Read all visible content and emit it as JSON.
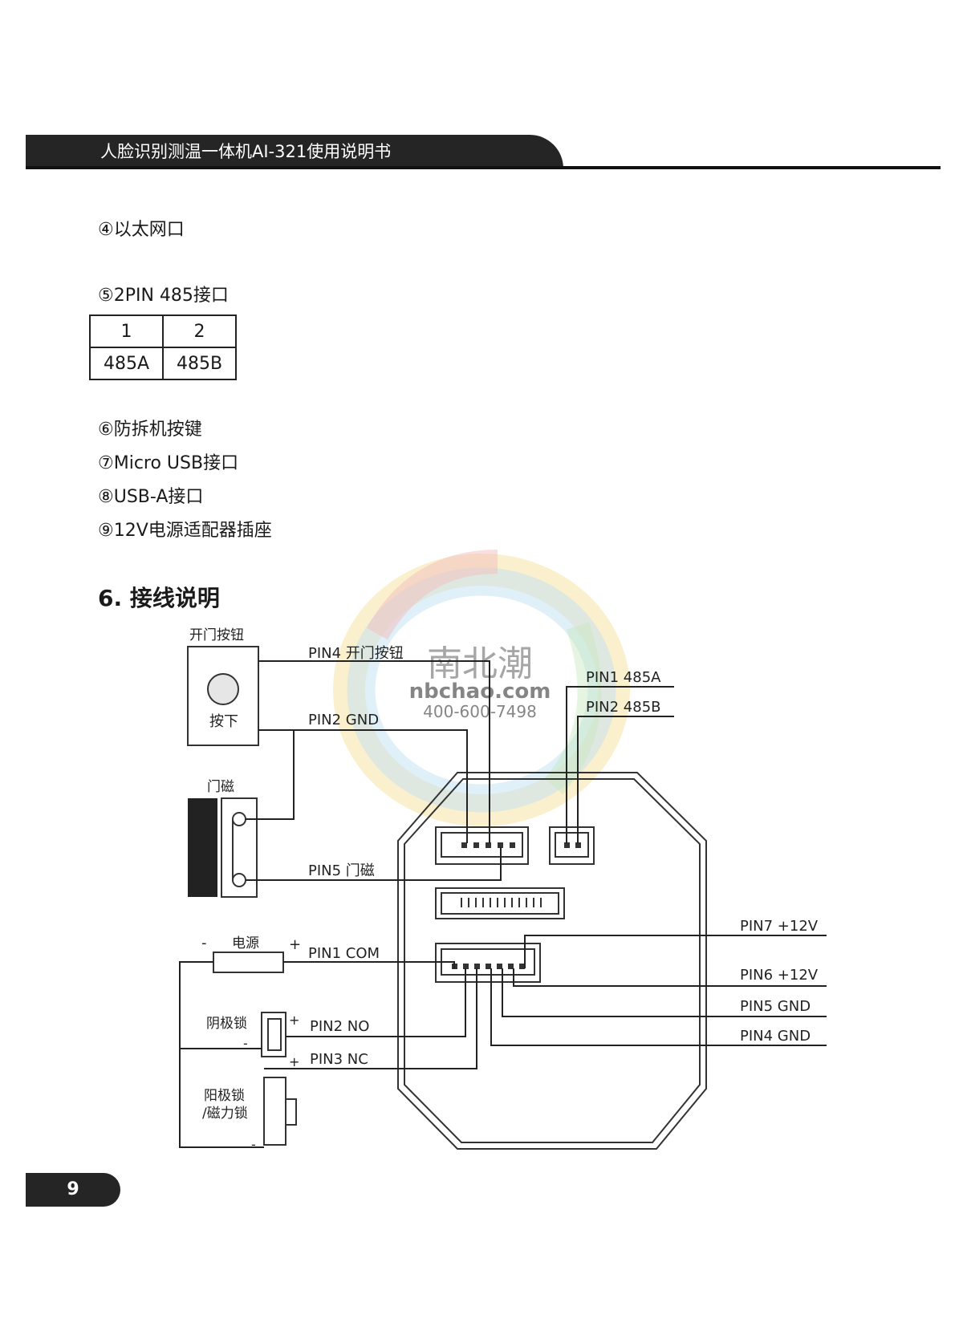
{
  "header": {
    "title": "人脸识别测温一体机AI-321使用说明书"
  },
  "list_items": {
    "item4": "④以太网口",
    "item5": "⑤2PIN 485接口",
    "item6": "⑥防拆机按键",
    "item7": "⑦Micro USB接口",
    "item8": "⑧USB-A接口",
    "item9": "⑨12V电源适配器插座"
  },
  "pin_table": {
    "headers": [
      "1",
      "2"
    ],
    "values": [
      "485A",
      "485B"
    ]
  },
  "section": {
    "title": "6. 接线说明"
  },
  "diagram": {
    "door_button": {
      "title": "开门按钮",
      "press_label": "按下"
    },
    "door_sensor": {
      "title": "门磁"
    },
    "power": {
      "title": "电源",
      "minus": "-",
      "plus": "+"
    },
    "cathode_lock": {
      "title": "阴极锁",
      "plus": "+",
      "minus": "-"
    },
    "anode_lock": {
      "title_line1": "阳极锁",
      "title_line2": "/磁力锁",
      "plus": "+",
      "minus": "-"
    },
    "labels": {
      "pin4_button": "PIN4  开门按钮",
      "pin2_gnd": "PIN2  GND",
      "pin5_door": "PIN5  门磁",
      "pin1_485a": "PIN1 485A",
      "pin2_485b": "PIN2 485B",
      "pin1_com": "PIN1  COM",
      "pin2_no": "PIN2  NO",
      "pin3_nc": "PIN3  NC",
      "pin7": "PIN7 +12V",
      "pin6": "PIN6 +12V",
      "pin5_gnd": "PIN5 GND",
      "pin4_gnd": "PIN4 GND"
    }
  },
  "watermark": {
    "brand_cn": "南北潮",
    "brand_en": "nbchao.com",
    "phone": "400-600-7498"
  },
  "footer": {
    "page_number": "9"
  }
}
